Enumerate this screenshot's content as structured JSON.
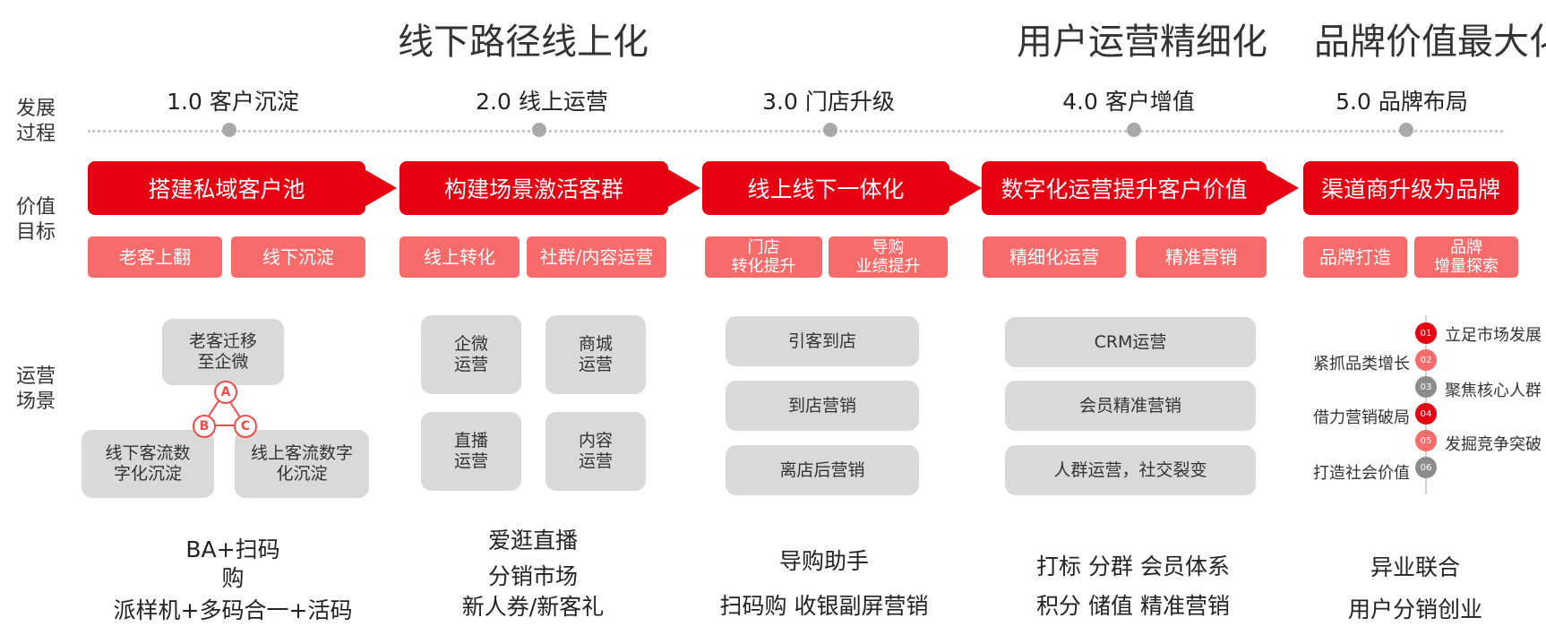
{
  "phases": [
    "线下路径线上化",
    "用户运营精细化",
    "品牌价值最大化"
  ],
  "side_labels": {
    "development": [
      "发展",
      "过程"
    ],
    "goal": [
      "价值",
      "目标"
    ],
    "scene": [
      "运营",
      "场景"
    ]
  },
  "stages": [
    {
      "title": "1.0 客户沉淀",
      "goal": "搭建私域客户池",
      "subs": [
        "老客上翻",
        "线下沉淀"
      ],
      "scene": {
        "top": "老客迁移\n至企微",
        "left": "线下客流数\n字化沉淀",
        "right": "线上客流数字\n化沉淀",
        "letters": [
          "A",
          "B",
          "C"
        ]
      },
      "tools": [
        "BA+扫码",
        "购",
        "派样机+多码合一+活码"
      ]
    },
    {
      "title": "2.0 线上运营",
      "goal": "构建场景激活客群",
      "subs": [
        "线上转化",
        "社群/内容运营"
      ],
      "scene": [
        "企微\n运营",
        "商城\n运营",
        "直播\n运营",
        "内容\n运营"
      ],
      "tools": [
        "爱逛直播",
        "分销市场",
        "新人券/新客礼"
      ]
    },
    {
      "title": "3.0 门店升级",
      "goal": "线上线下一体化",
      "subs": [
        "门店\n转化提升",
        "导购\n业绩提升"
      ],
      "scene": [
        "引客到店",
        "到店营销",
        "离店后营销"
      ],
      "tools": [
        "导购助手",
        "扫码购 收银副屏营销"
      ]
    },
    {
      "title": "4.0 客户增值",
      "goal": "数字化运营提升客户价值",
      "subs": [
        "精细化运营",
        "精准营销"
      ],
      "scene": [
        "CRM运营",
        "会员精准营销",
        "人群运营，社交裂变"
      ],
      "tools": [
        "打标 分群 会员体系",
        "积分 储值  精准营销"
      ]
    },
    {
      "title": "5.0 品牌布局",
      "goal": "渠道商升级为品牌",
      "subs": [
        "品牌打造",
        "品牌\n增量探索"
      ],
      "scene": [
        {
          "num": "01",
          "label": "立足市场发展",
          "side": "right",
          "color": "#e60012"
        },
        {
          "num": "02",
          "label": "紧抓品类增长",
          "side": "left",
          "color": "#f86b6b"
        },
        {
          "num": "03",
          "label": "聚焦核心人群",
          "side": "right",
          "color": "#8c8c8c"
        },
        {
          "num": "04",
          "label": "借力营销破局",
          "side": "left",
          "color": "#e60012"
        },
        {
          "num": "05",
          "label": "发掘竞争突破",
          "side": "right",
          "color": "#f86b6b"
        },
        {
          "num": "06",
          "label": "打造社会价值",
          "side": "left",
          "color": "#8c8c8c"
        }
      ],
      "tools": [
        "异业联合",
        "用户分销创业"
      ]
    }
  ],
  "colors": {
    "primary": "#e60012",
    "secondary": "#f86b6b",
    "box": "#d9d9d9",
    "dot": "#a9a9a9"
  }
}
